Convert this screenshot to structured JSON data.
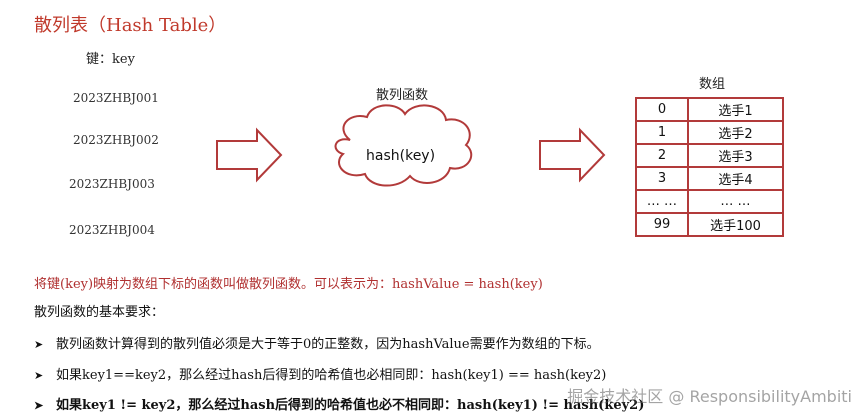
{
  "title": "散列表（Hash Table）",
  "key_label": "键：key",
  "keys": [
    "2023ZHBJ001",
    "2023ZHBJ002",
    "2023ZHBJ003",
    "2023ZHBJ004"
  ],
  "function_label": "散列函数",
  "function_text": "hash(key)",
  "array_label": "数组",
  "array": [
    {
      "index": "0",
      "value": "选手1"
    },
    {
      "index": "1",
      "value": "选手2"
    },
    {
      "index": "2",
      "value": "选手3"
    },
    {
      "index": "3",
      "value": "选手4"
    },
    {
      "index": "… …",
      "value": "… …"
    },
    {
      "index": "99",
      "value": "选手100"
    }
  ],
  "description": "将键(key)映射为数组下标的函数叫做散列函数。可以表示为：hashValue = hash(key)",
  "requirements_title": "散列函数的基本要求：",
  "requirements": [
    "散列函数计算得到的散列值必须是大于等于0的正整数，因为hashValue需要作为数组的下标。",
    "如果key1==key2，那么经过hash后得到的哈希值也必相同即：hash(key1) == hash(key2)",
    "如果key1 != key2，那么经过hash后得到的哈希值也必不相同即：hash(key1) != hash(key2)"
  ],
  "bullet_glyph": "➤",
  "watermark": "掘金技术社区 @ ResponsibilityAmbiti",
  "colors": {
    "accent": "#b23a3a",
    "title": "#c0392b"
  }
}
